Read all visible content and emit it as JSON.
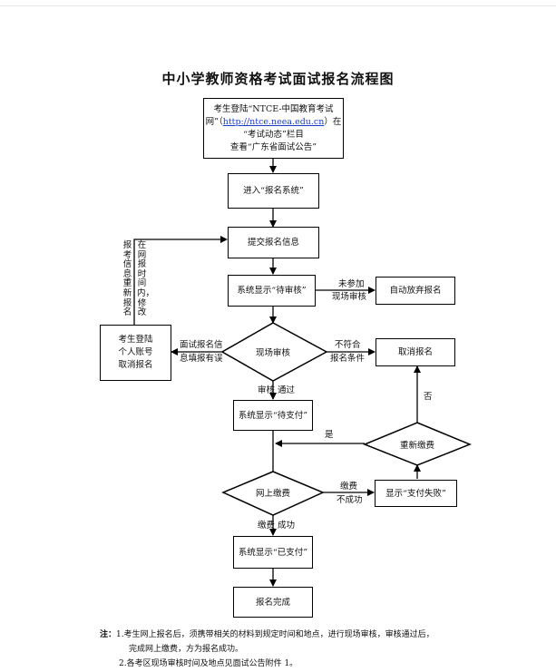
{
  "title": "中小学教师资格考试面试报名流程图",
  "nodes": {
    "start": {
      "line1": "考生登陆“NTCE-中国教育考试",
      "line2_pre": "网”（",
      "line2_link": "http://ntce.neea.edu.cn",
      "line2_post": "）在",
      "line3": "“考试动态”栏目",
      "line4": "查看“广东省面试公告”"
    },
    "enter_system": "进入“报名系统”",
    "submit_info": "提交报名信息",
    "pending_review": "系统显示“待审核”",
    "abandon": "自动放弃报名",
    "onsite_review": "现场审核",
    "cancel": "取消报名",
    "login_cancel": {
      "line1": "考生登陆",
      "line2": "个人账号",
      "line3": "取消报名"
    },
    "pending_payment": "系统显示“待支付”",
    "repay": "重新缴费",
    "online_payment": "网上缴费",
    "payment_failed": "显示“支付失败”",
    "paid": "系统显示“已支付”",
    "done": "报名完成"
  },
  "edge_labels": {
    "not_attend_1": "未参加",
    "not_attend_2": "现场审核",
    "info_error_1": "面试报名信",
    "info_error_2": "息填报有误",
    "not_meet_1": "不符合",
    "not_meet_2": "报名条件",
    "review_passed": "审核 通过",
    "yes": "是",
    "no": "否",
    "pay_fail_1": "缴费",
    "pay_fail_2": "不成功",
    "pay_success": "缴费 成功",
    "modify_col1": "报考信息重新报名",
    "modify_col2": "在网报时间内，修改"
  },
  "notes": {
    "prefix": "注：",
    "n1_a": "1.考生网上报名后，须携带相关的材料到规定时间和地点，进行现场审核，审核通过后，",
    "n1_b": "完成网上缴费，方为报名成功。",
    "n2": "2.各考区现场审核时间及地点见面试公告附件 1。"
  }
}
